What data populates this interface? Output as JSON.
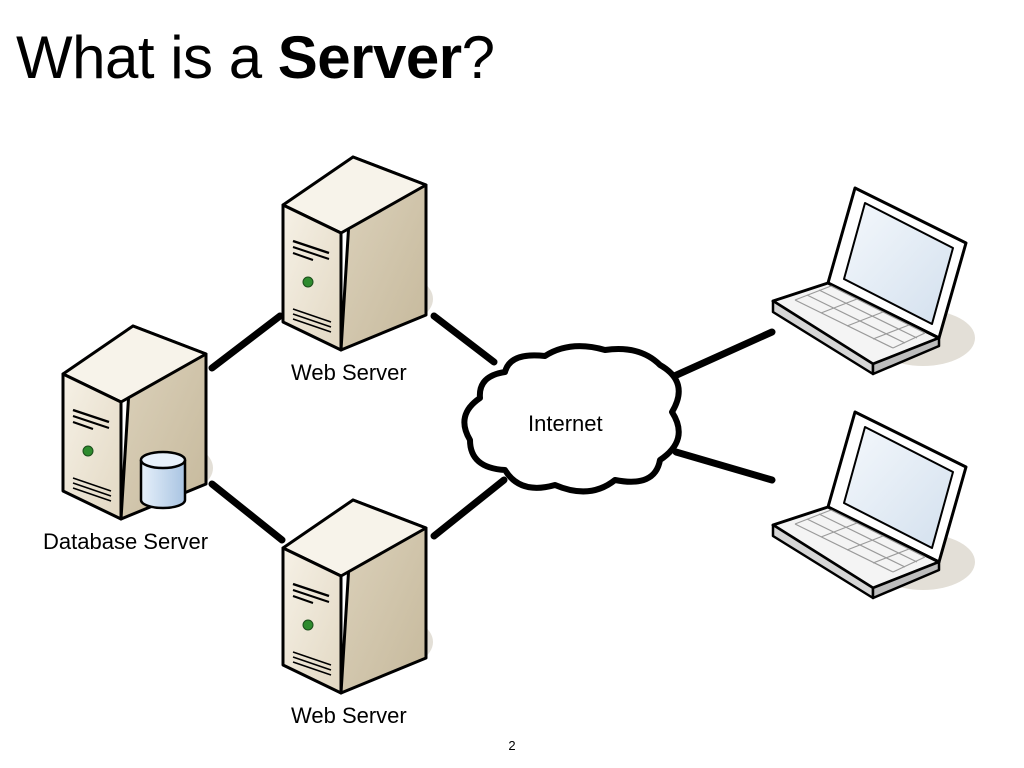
{
  "slide": {
    "title_prefix": "What is a ",
    "title_bold": "Server",
    "title_suffix": "?",
    "page_number": "2"
  },
  "nodes": {
    "web_server_top": "Web Server",
    "web_server_bottom": "Web Server",
    "database_server": "Database Server",
    "internet": "Internet"
  },
  "icons": [
    "server-tower-icon",
    "database-cylinder-icon",
    "cloud-icon",
    "laptop-icon"
  ],
  "colors": {
    "server_front": "#ede6d6",
    "server_side": "#d3c8af",
    "server_top": "#f7f3ea",
    "power_led": "#2e8b2e",
    "screen": "#e3ebf5",
    "database": "#bcd2ea",
    "outline": "#000000"
  }
}
